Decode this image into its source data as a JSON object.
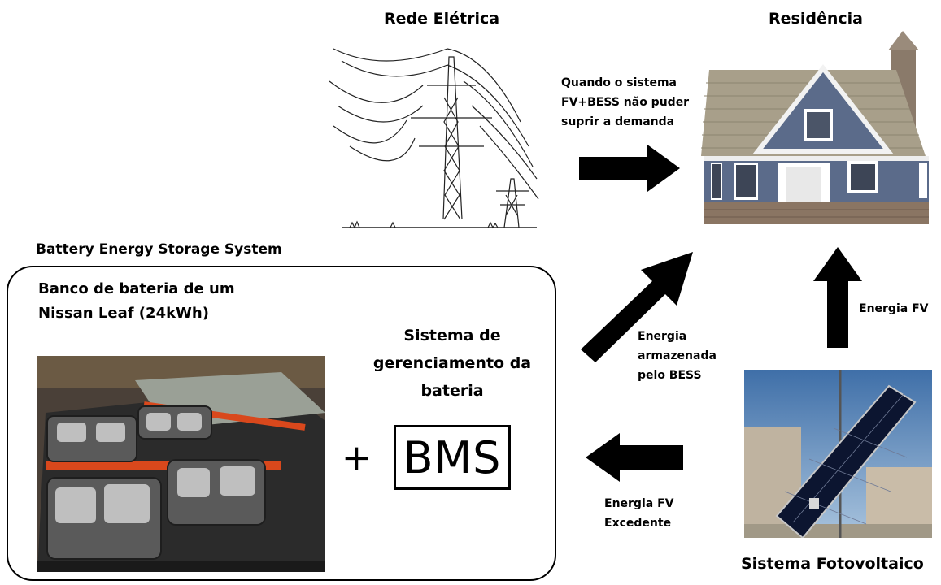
{
  "labels": {
    "grid": "Rede Elétrica",
    "home": "Residência",
    "bess_title": "Battery Energy Storage System",
    "bank_line1": "Banco de bateria de um",
    "bank_line2": "Nissan Leaf (24kWh)",
    "bms_line1": "Sistema de",
    "bms_line2": "gerenciamento da",
    "bms_line3": "bateria",
    "bms": "BMS",
    "plus": "+",
    "pv_system": "Sistema Fotovoltaico",
    "grid_note_1": "Quando o sistema",
    "grid_note_2": "FV+BESS não puder",
    "grid_note_3": "suprir a demanda",
    "pv_energy": "Energia FV",
    "stored_1": "Energia",
    "stored_2": "armazenada",
    "stored_3": "pelo BESS",
    "surplus_1": "Energia FV",
    "surplus_2": "Excedente"
  },
  "arrows": [
    {
      "from": "grid",
      "to": "home",
      "direction": "right"
    },
    {
      "from": "bess",
      "to": "home",
      "direction": "up-right"
    },
    {
      "from": "pv",
      "to": "home",
      "direction": "up"
    },
    {
      "from": "pv",
      "to": "bess",
      "direction": "left"
    }
  ]
}
